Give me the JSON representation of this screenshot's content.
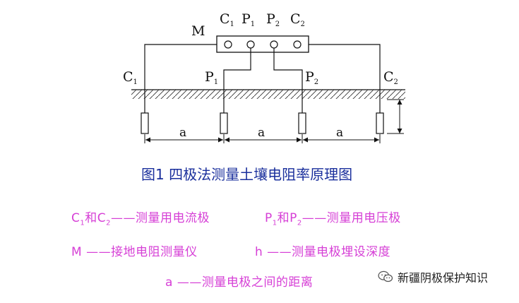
{
  "labels": {
    "meter": "M",
    "terminal_c": "C",
    "terminal_p": "P",
    "sub_1": "1",
    "sub_2": "2",
    "spacing": "a"
  },
  "caption": "图1  四极法测量土壤电阻率原理图",
  "legend": {
    "row1_left_a": "C",
    "row1_left_b": "和C",
    "row1_left_c": "——测量用电流极",
    "row1_right_a": "P",
    "row1_right_b": "和P",
    "row1_right_c": "——测量用电压极",
    "sub1": "1",
    "sub2": "2",
    "row2_left": "M ——接地电阻测量仪",
    "row2_right": "h ——测量电极埋设深度",
    "row3": "a ——测量电极之间的距离"
  },
  "watermark": {
    "text": "新疆阴极保护知识",
    "icon": "wechat-icon"
  },
  "colors": {
    "caption": "#1a2f9c",
    "legend": "#d63fd6",
    "line": "#111111"
  }
}
